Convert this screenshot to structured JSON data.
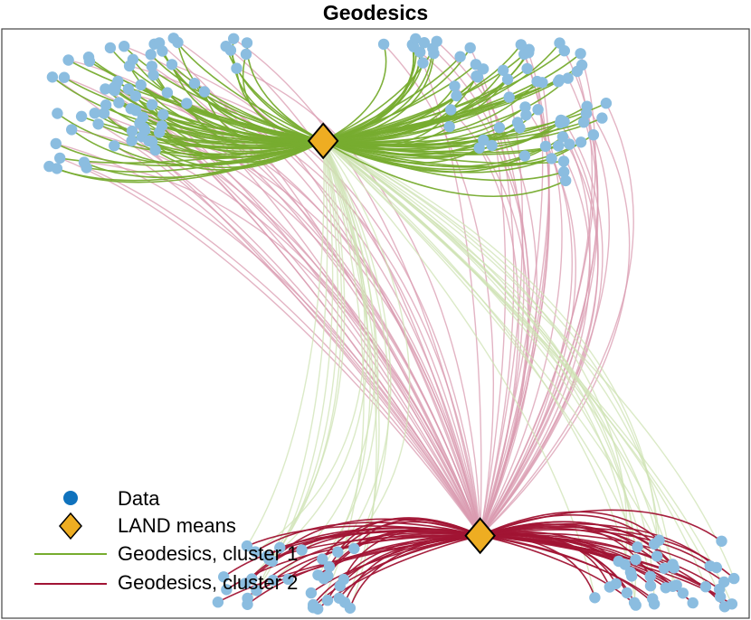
{
  "chart_data": {
    "type": "scatter",
    "title": "Geodesics",
    "xlabel": "",
    "ylabel": "",
    "grid": false,
    "legend_placement": "bottom-left",
    "axis_ticks": false,
    "x_range": [
      0,
      1
    ],
    "y_range": [
      0,
      1
    ],
    "legend": [
      {
        "key": "data",
        "label": "Data"
      },
      {
        "key": "means",
        "label": "LAND means"
      },
      {
        "key": "geo1",
        "label": "Geodesics, cluster 1"
      },
      {
        "key": "geo2",
        "label": "Geodesics, cluster 2"
      }
    ],
    "colors": {
      "data": "#8bbde0",
      "data_legend": "#0f72bd",
      "mean_fill": "#eead22",
      "cluster1": "#77ac2f",
      "cluster1_light": "#cfe3b4",
      "cluster2": "#a11434",
      "cluster2_light": "#da9bb0"
    },
    "means": [
      {
        "name": "cluster 1 mean",
        "x": 0.43,
        "y": 0.81
      },
      {
        "name": "cluster 2 mean",
        "x": 0.64,
        "y": 0.14
      }
    ],
    "clusters": [
      {
        "name": "cluster 1",
        "shape": "upper crescent",
        "center": [
          0.43,
          0.81
        ],
        "arc_angle_range_deg": [
          -10,
          185
        ],
        "radial_span": [
          0.18,
          0.36
        ],
        "approx_points": 260
      },
      {
        "name": "cluster 2",
        "shape": "lower crescent",
        "center": [
          0.64,
          0.14
        ],
        "arc_angle_range_deg": [
          185,
          355
        ],
        "radial_span": [
          0.18,
          0.36
        ],
        "approx_points": 270
      }
    ]
  }
}
